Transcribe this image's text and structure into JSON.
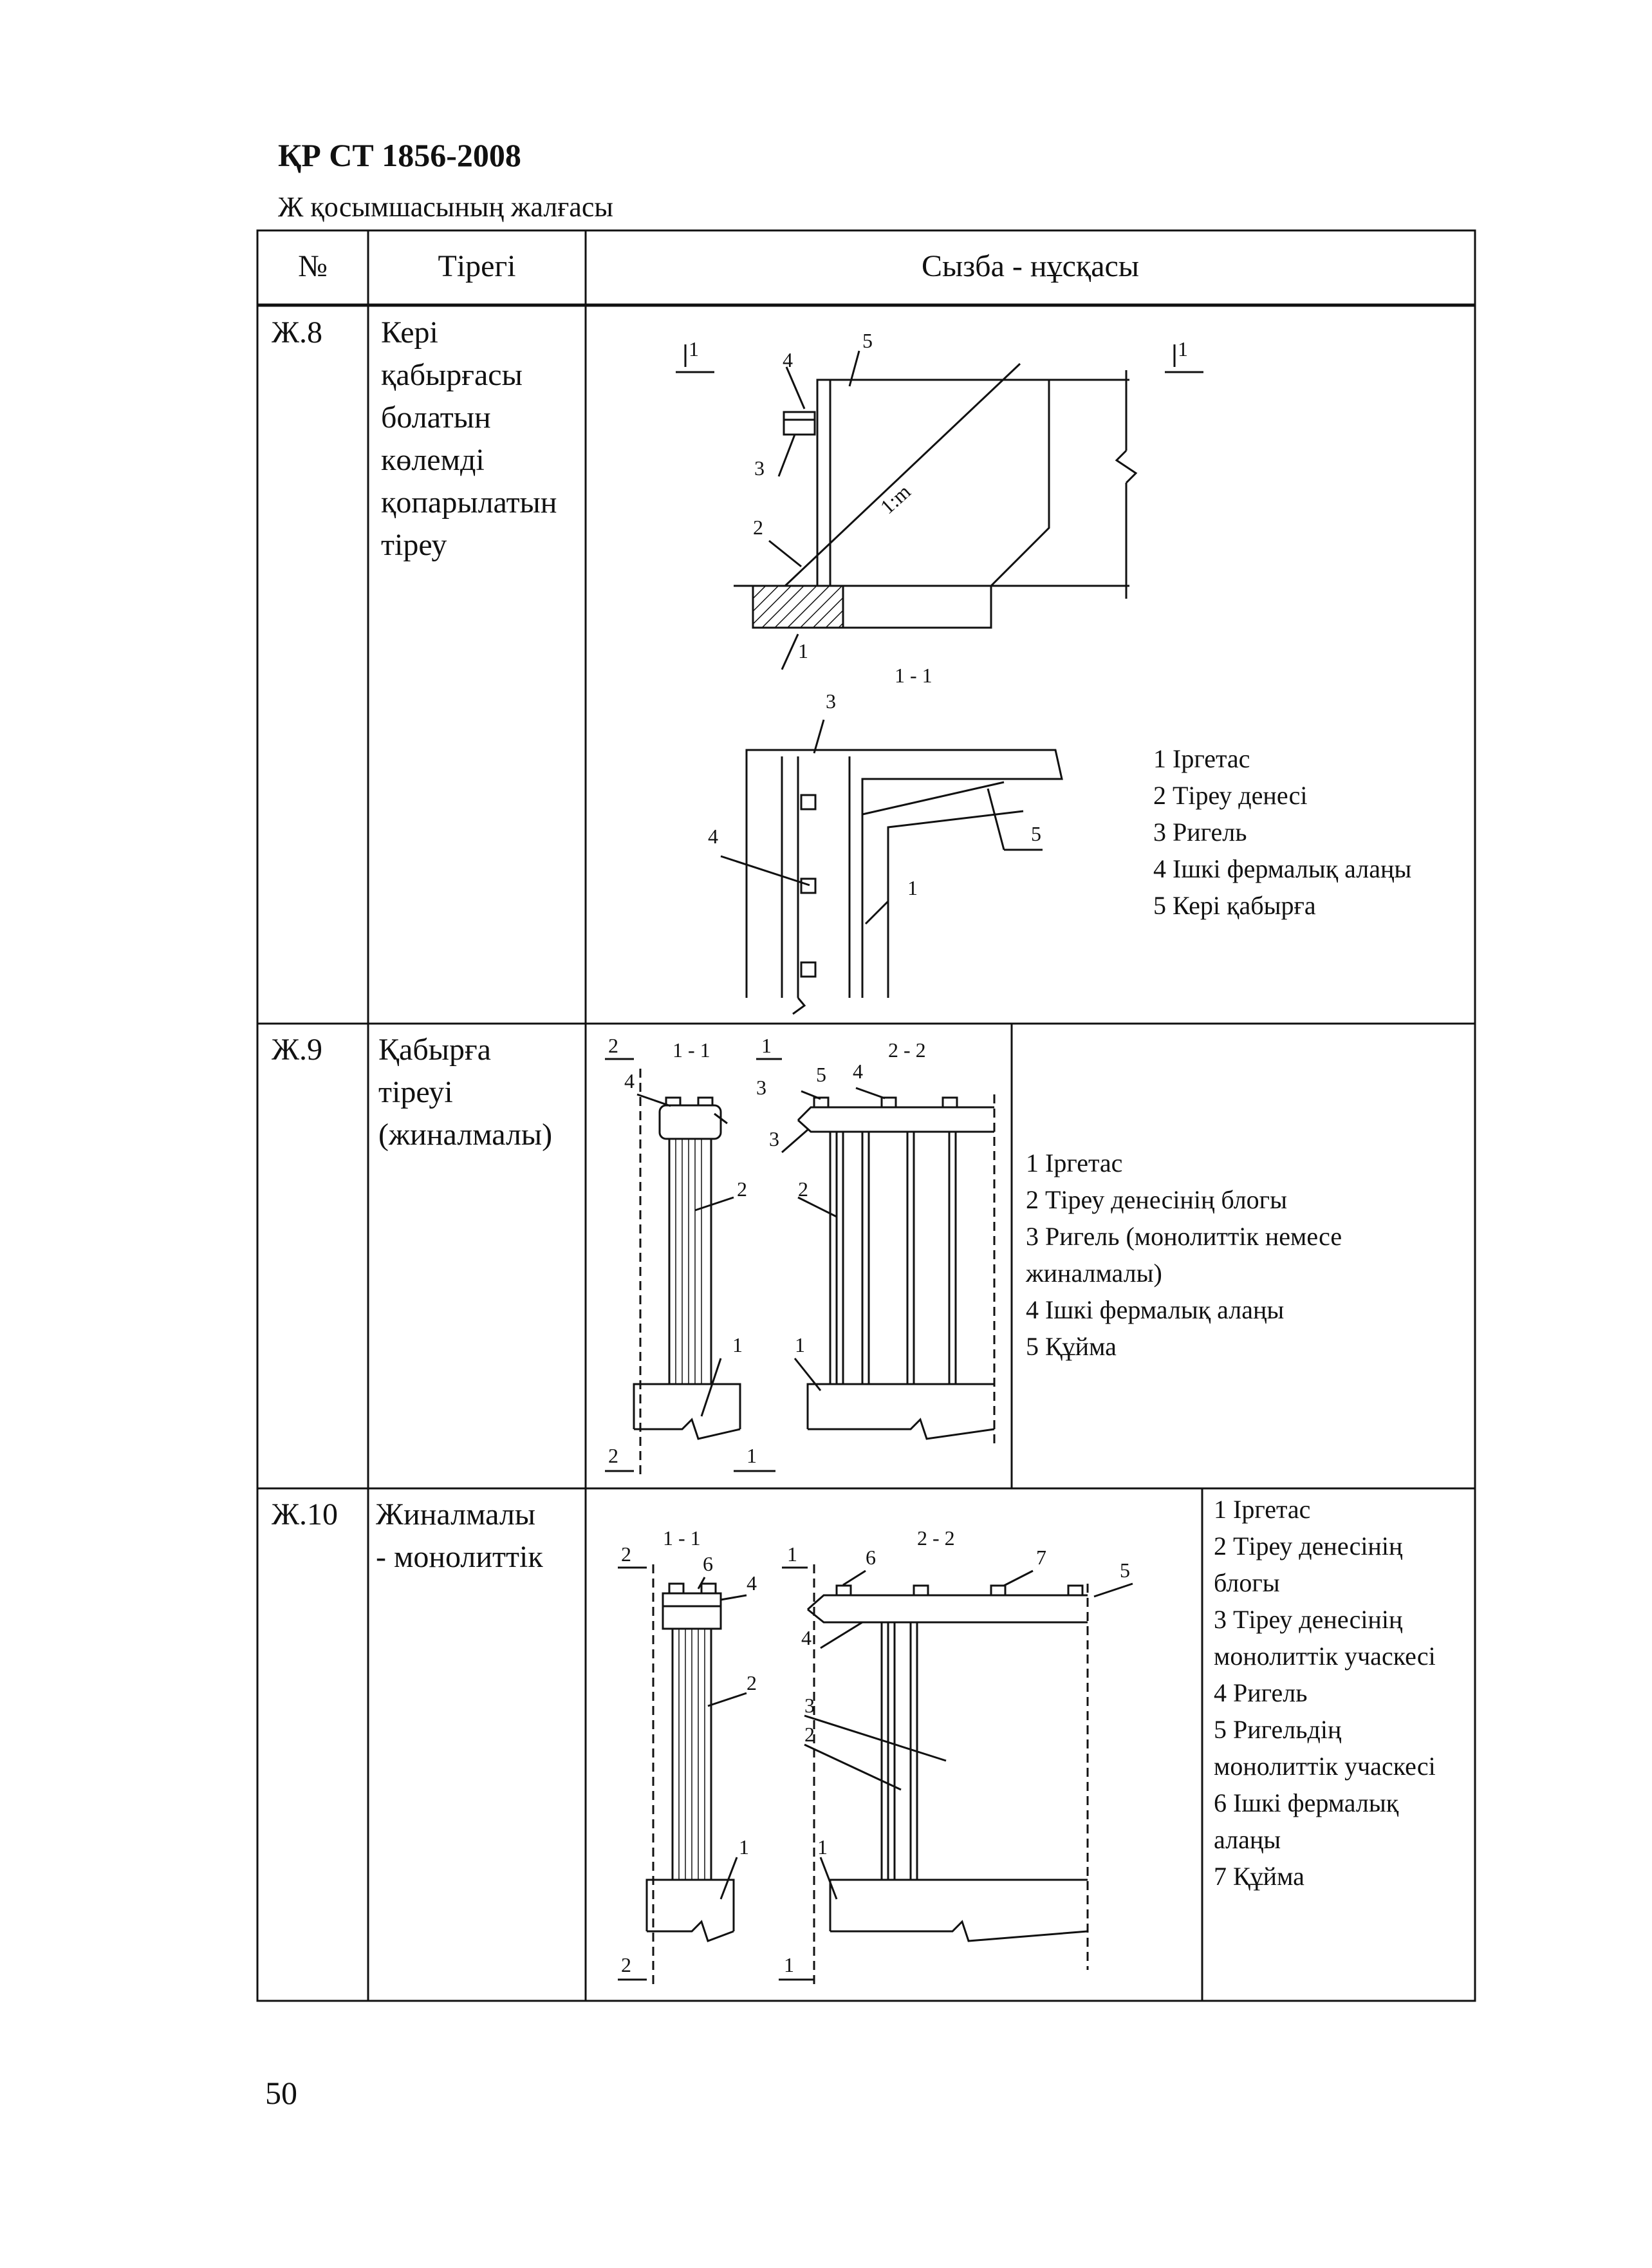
{
  "document": {
    "title": "ҚР СТ 1856-2008",
    "subtitle": "Ж қосымшасының жалғасы",
    "page_number": "50"
  },
  "table": {
    "headers": [
      "№",
      "Тірегі",
      "Сызба - нұсқасы"
    ],
    "rows": [
      {
        "number": "Ж.8",
        "type_lines": [
          "Кері",
          "қабырғасы",
          "болатын",
          "көлемді",
          "қопарылатын",
          "тіреу"
        ],
        "legend": [
          "1 Іргетас",
          "2 Тіреу денесі",
          "3 Ригель",
          "4 Ішкі фермалық алаңы",
          "5 Кері қабырға"
        ]
      },
      {
        "number": "Ж.9",
        "type_lines": [
          "Қабырға",
          "тіреуі",
          "(жиналмалы)"
        ],
        "legend": [
          "1 Іргетас",
          "2 Тіреу денесінің блогы",
          "3 Ригель (монолиттік немесе",
          "жиналмалы)",
          "4 Ішкі фермалық алаңы",
          "5 Құйма"
        ]
      },
      {
        "number": "Ж.10",
        "type_lines": [
          "Жиналмалы",
          "- монолиттік"
        ],
        "legend": [
          "1 Іргетас",
          "2 Тіреу денесінің",
          "блогы",
          "3 Тіреу денесінің",
          "монолиттік учаскесі",
          "4 Ригель",
          "5 Ригельдің",
          "монолиттік учаскесі",
          "6 Ішкі фермалық",
          "алаңы",
          "7 Құйма"
        ]
      }
    ]
  },
  "drawings": {
    "zh8": {
      "section_mark": "1",
      "slope": "1:m",
      "section_title": "1 - 1",
      "callouts": [
        "1",
        "2",
        "3",
        "4",
        "5"
      ]
    },
    "zh9": {
      "section_11": "1 - 1",
      "section_22": "2 - 2",
      "cut_marks": [
        "2",
        "1"
      ],
      "callouts": [
        "1",
        "2",
        "3",
        "4",
        "5"
      ]
    },
    "zh10": {
      "section_11": "1 - 1",
      "section_22": "2 - 2",
      "cut_marks": [
        "2",
        "1"
      ],
      "callouts": [
        "1",
        "2",
        "3",
        "4",
        "5",
        "6",
        "7"
      ]
    }
  }
}
